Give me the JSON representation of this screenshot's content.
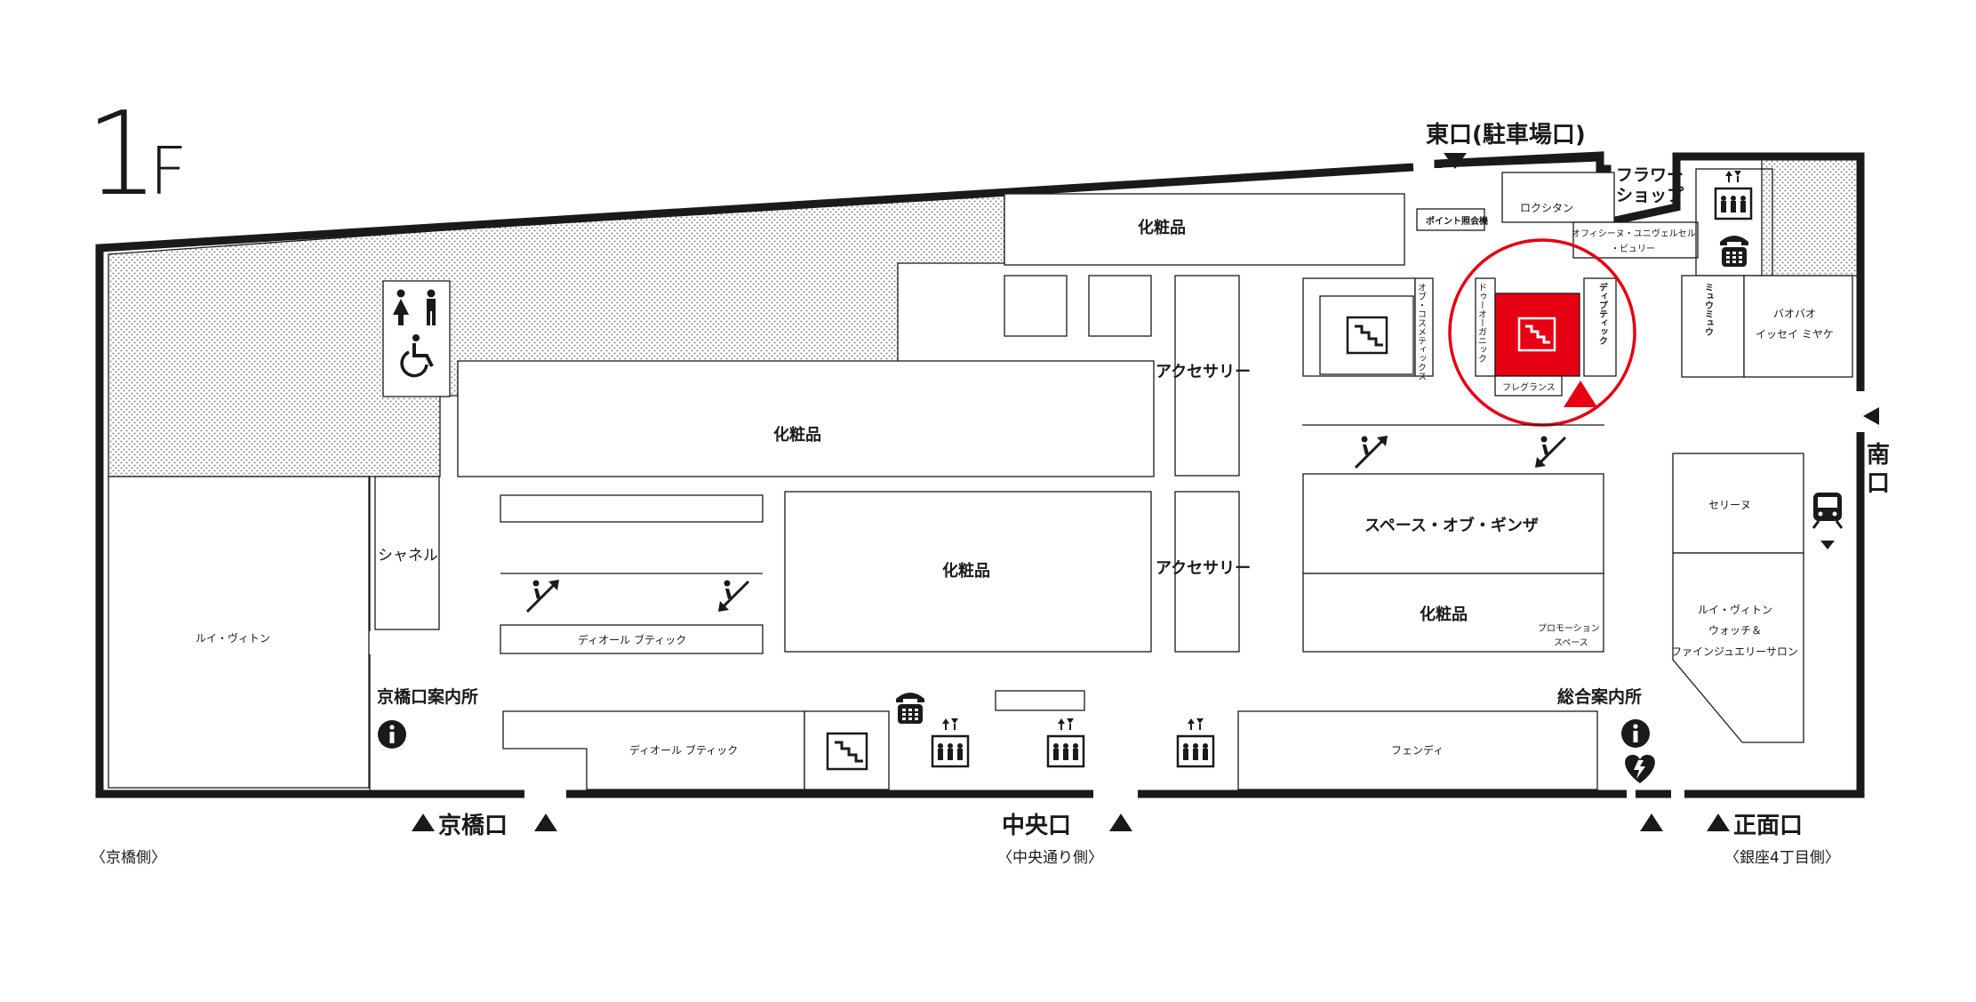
{
  "floor": {
    "number": "1",
    "letter": "F"
  },
  "entrances": {
    "east": "東口(駐車場口)",
    "south_1": "南",
    "south_2": "口",
    "kyobashi": "京橋口",
    "chuo": "中央口",
    "shomen": "正面口"
  },
  "sides": {
    "kyobashi": "〈京橋側〉",
    "chuo": "〈中央通り側〉",
    "ginza": "〈銀座4丁目側〉"
  },
  "info": {
    "kyobashi": "京橋口案内所",
    "general": "総合案内所",
    "symbol": "i"
  },
  "stores": {
    "kesho_top": "化粧品",
    "point_counter": "ポイント照会機",
    "loccitane": "ロクシタン",
    "flower_1": "フラワー",
    "flower_2": "ショップ",
    "officine_1": "オフィシーヌ・ユニヴェルセル",
    "officine_2": "・ビュリー",
    "of_cosme": "オブ・コスメティックス",
    "dr_organic": "ドゥーオーガニック",
    "diptyque": "ディプティック",
    "fragrance": "フレグランス",
    "miumiu": "ミュウミュウ",
    "baobao_1": "バオバオ",
    "baobao_2": "イッセイ ミヤケ",
    "accessory_1": "アクセサリー",
    "accessory_2": "アクセサリー",
    "kesho_mid": "化粧品",
    "kesho_center": "化粧品",
    "space_ginza": "スペース・オブ・ギンザ",
    "kesho_right": "化粧品",
    "promo_1": "プロモーション",
    "promo_2": "スペース",
    "chanel": "シャネル",
    "lv": "ルイ・ヴィトン",
    "dior_1": "ディオール ブティック",
    "dior_2": "ディオール ブティック",
    "fendi": "フェンディ",
    "celine": "セリーヌ",
    "lvw_1": "ルイ・ヴィトン",
    "lvw_2": "ウォッチ＆",
    "lvw_3": "ファインジュエリーサロン"
  },
  "colors": {
    "highlight": "#e60012",
    "wall": "#1a1a1a",
    "hatch": "#9a9a9a"
  },
  "icons": [
    "restroom-icon",
    "wheelchair-icon",
    "elevator-icon",
    "stairs-icon",
    "escalator-up-icon",
    "escalator-down-icon",
    "telephone-icon",
    "subway-icon",
    "aed-icon",
    "info-icon",
    "entrance-arrow-icon"
  ]
}
